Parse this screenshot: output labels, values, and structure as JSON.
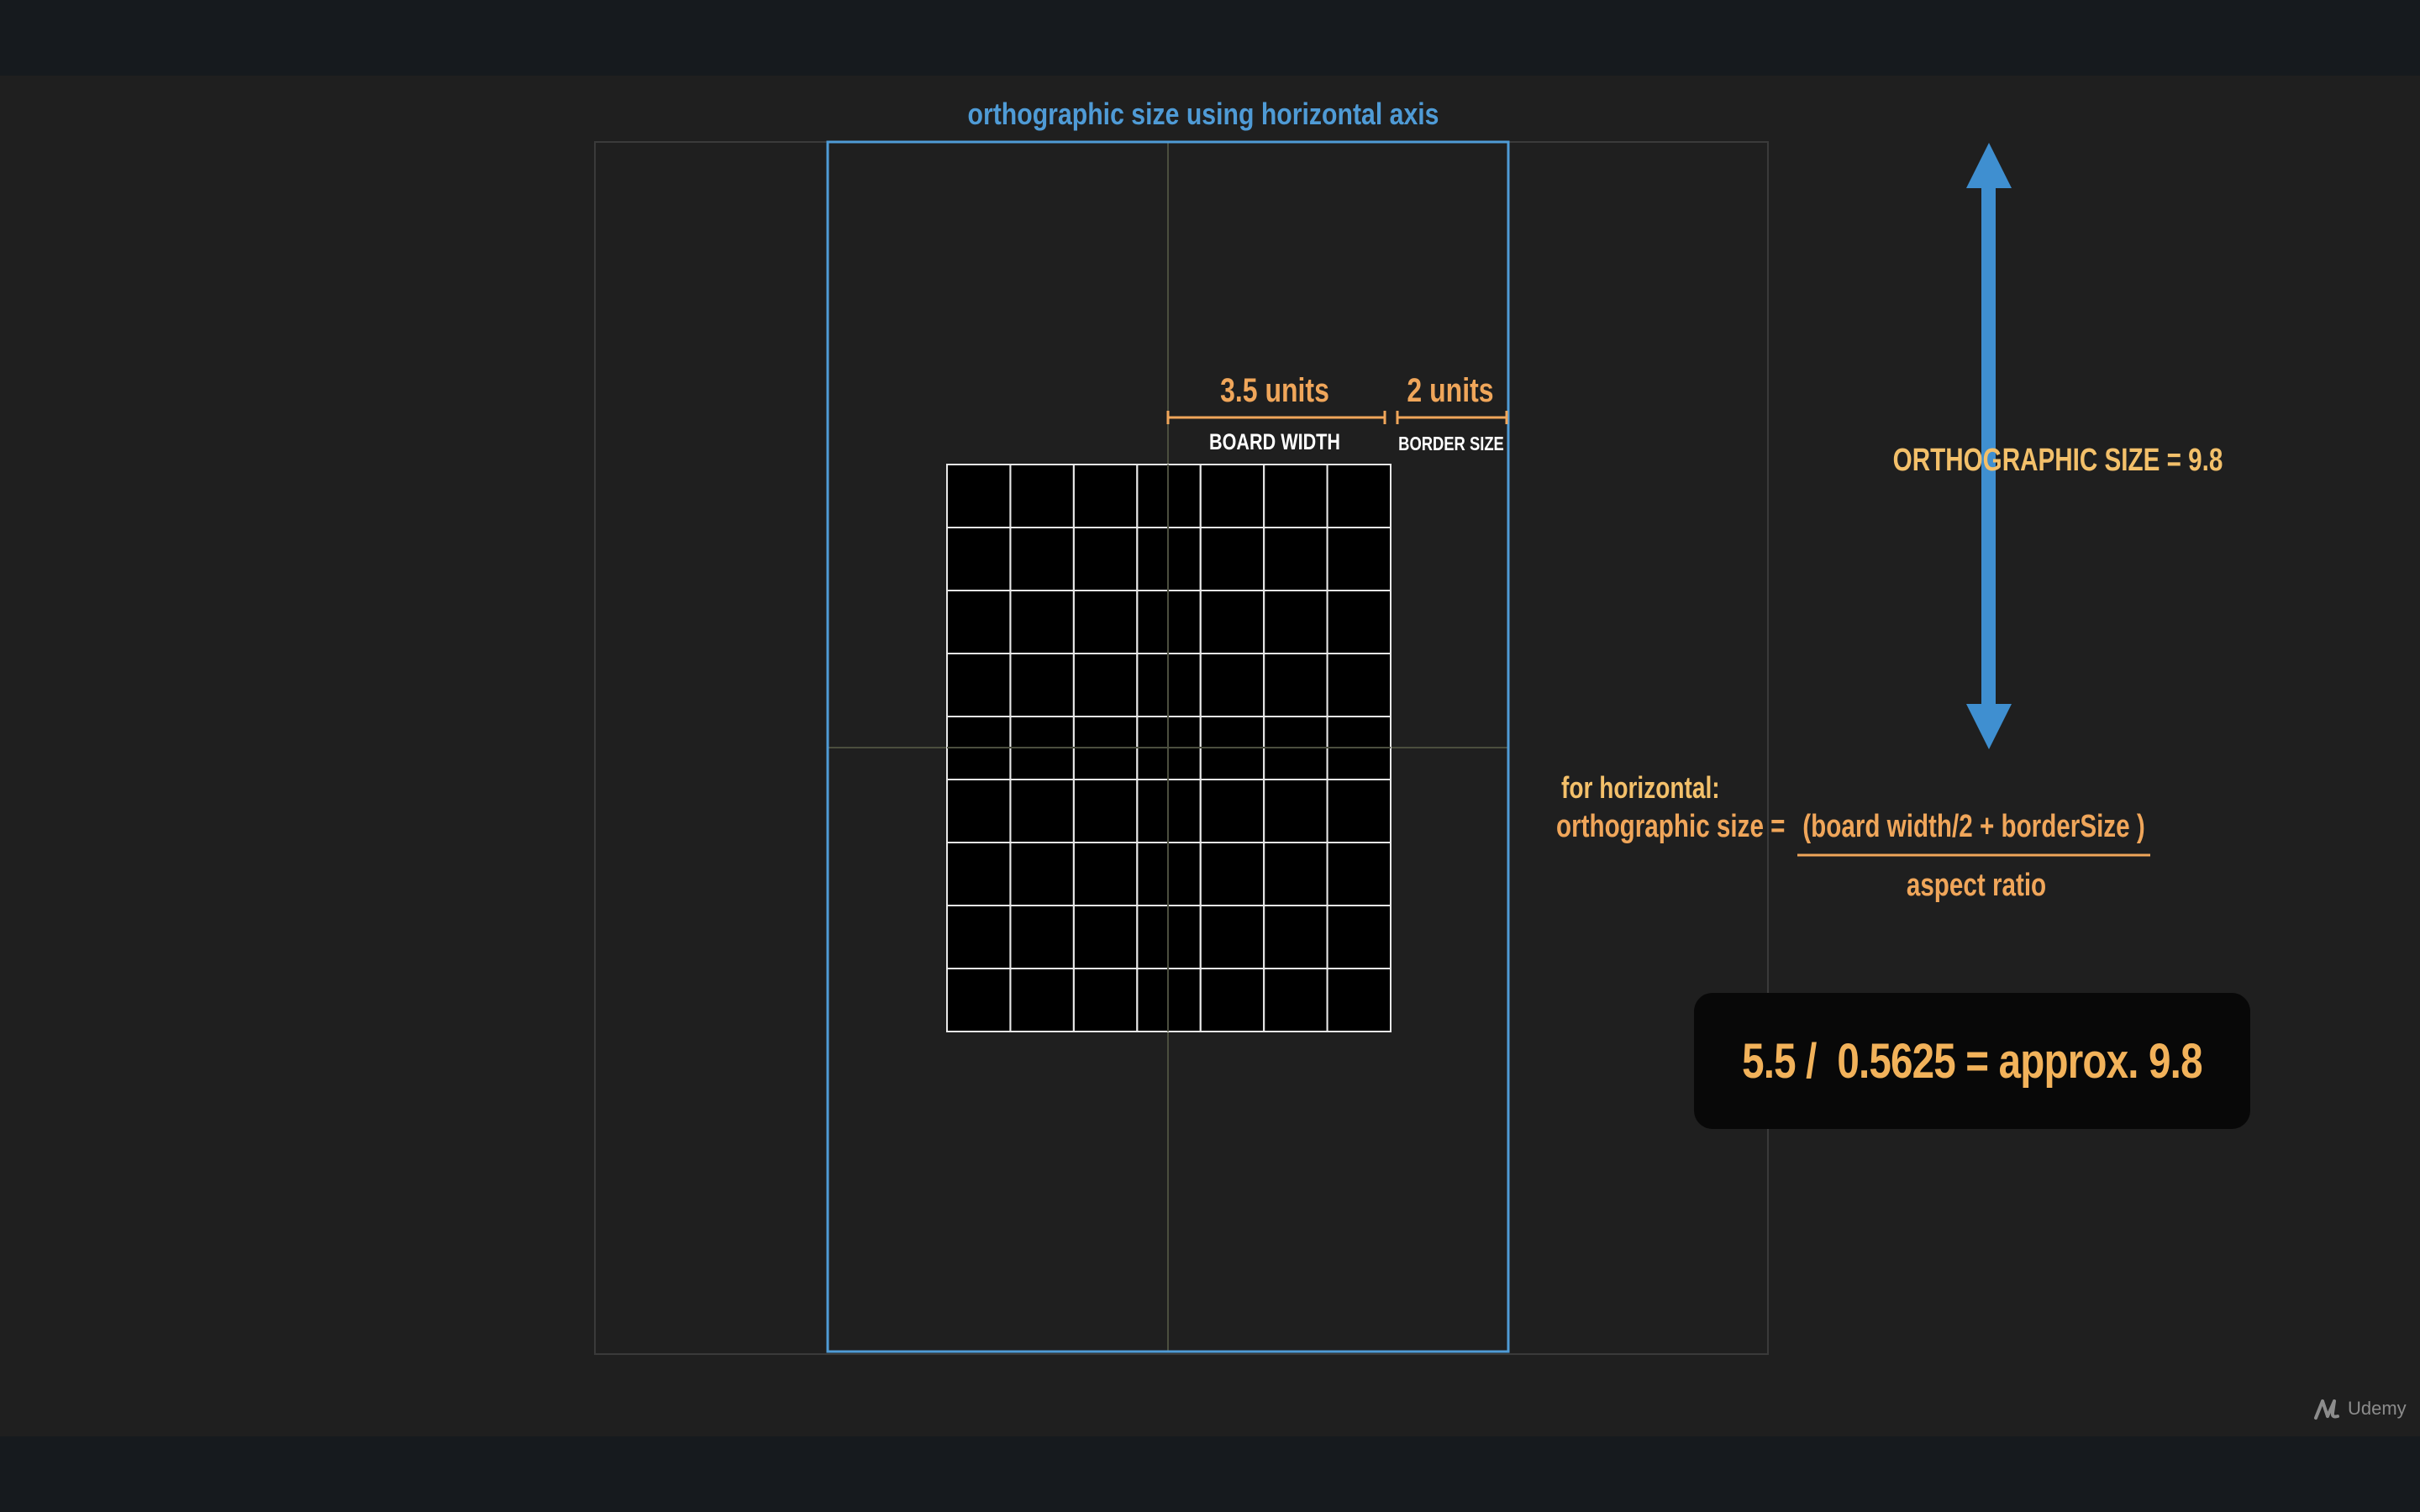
{
  "title": "orthographic size using horizontal axis",
  "board_width": {
    "units_label": "3.5 units",
    "caption": "BOARD WIDTH"
  },
  "border_size": {
    "units_label": "2 units",
    "caption": "BORDER SIZE"
  },
  "ortho_label": "ORTHOGRAPHIC SIZE = 9.8",
  "formula": {
    "heading": "for horizontal:",
    "lhs": "orthographic size = ",
    "numerator": "(board width/2 + borderSize )",
    "denominator": "aspect ratio"
  },
  "result": "5.5 /  0.5625 = approx. 9.8",
  "board": {
    "columns": 7,
    "rows": 9
  },
  "brand": {
    "name": "Udemy"
  },
  "colors": {
    "accent_orange": "#f0a65a",
    "label_yellow": "#f3c06a",
    "frame_blue": "#4f9bd6",
    "arrow_blue": "#3f8fd0",
    "board_fill": "#000000",
    "board_lines": "#e8e8e8"
  }
}
